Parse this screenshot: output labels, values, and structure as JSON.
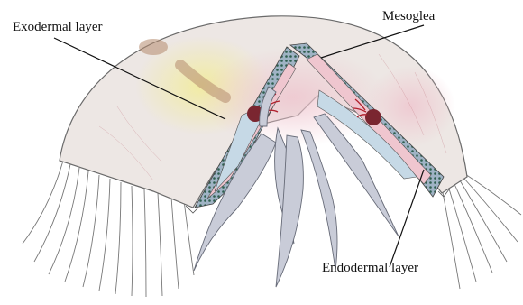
{
  "figure": {
    "labels": {
      "exodermal": "Exodermal layer",
      "mesoglea": "Mesoglea",
      "endodermal": "Endodermal layer"
    }
  },
  "colors": {
    "bell_fill": "#ede7e4",
    "bell_outline": "#6a6a6a",
    "pink_tint": "#efc6cf",
    "yellow_tint": "#f2ec9a",
    "brown_tint": "#b48a6e",
    "layer_band": "#9fb3c4",
    "layer_dots": "#2f5f4f",
    "arm_fill": "#c9ccd8",
    "arm_stroke": "#666a77",
    "gonad": "#7a2630",
    "gonad_hair": "#b0202c",
    "tentacle": "#777777",
    "leader": "#111111"
  }
}
